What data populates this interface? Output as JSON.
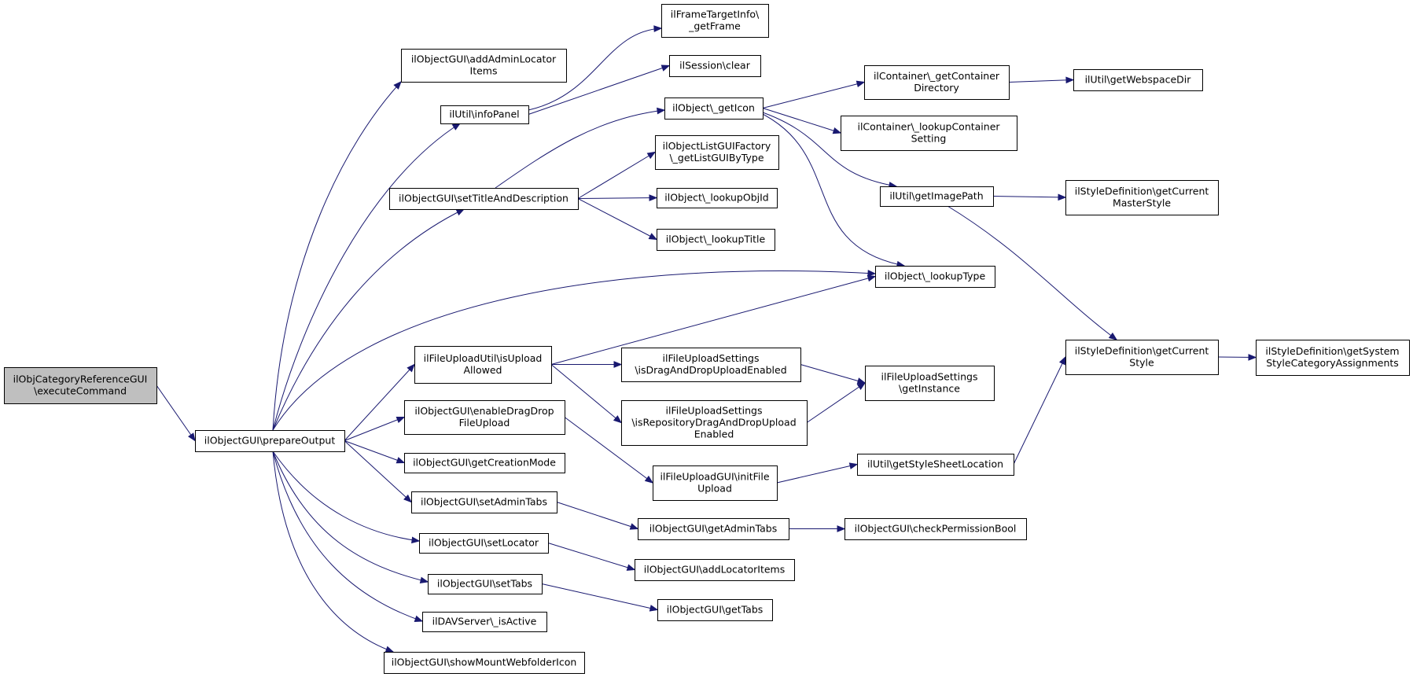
{
  "diagram": {
    "type": "call-graph",
    "nodes": [
      {
        "id": "n0",
        "lines": [
          "ilObjCategoryReferenceGUI",
          "\\executeCommand"
        ],
        "highlight": true
      },
      {
        "id": "n1",
        "lines": [
          "ilObjectGUI\\prepareOutput"
        ]
      },
      {
        "id": "n2",
        "lines": [
          "ilObjectGUI\\addAdminLocator",
          "Items"
        ]
      },
      {
        "id": "n3",
        "lines": [
          "ilUtil\\infoPanel"
        ]
      },
      {
        "id": "n4",
        "lines": [
          "ilObjectGUI\\setTitleAndDescription"
        ]
      },
      {
        "id": "n5",
        "lines": [
          "ilObject\\_lookupType"
        ]
      },
      {
        "id": "n6",
        "lines": [
          "ilFileUploadUtil\\isUpload",
          "Allowed"
        ]
      },
      {
        "id": "n7",
        "lines": [
          "ilObjectGUI\\enableDragDrop",
          "FileUpload"
        ]
      },
      {
        "id": "n8",
        "lines": [
          "ilObjectGUI\\getCreationMode"
        ]
      },
      {
        "id": "n9",
        "lines": [
          "ilObjectGUI\\setAdminTabs"
        ]
      },
      {
        "id": "n10",
        "lines": [
          "ilObjectGUI\\setLocator"
        ]
      },
      {
        "id": "n11",
        "lines": [
          "ilObjectGUI\\setTabs"
        ]
      },
      {
        "id": "n12",
        "lines": [
          "ilDAVServer\\_isActive"
        ]
      },
      {
        "id": "n13",
        "lines": [
          "ilObjectGUI\\showMountWebfolderIcon"
        ]
      },
      {
        "id": "n14",
        "lines": [
          "ilFrameTargetInfo\\",
          "_getFrame"
        ]
      },
      {
        "id": "n15",
        "lines": [
          "ilSession\\clear"
        ]
      },
      {
        "id": "n16",
        "lines": [
          "ilObject\\_getIcon"
        ]
      },
      {
        "id": "n17",
        "lines": [
          "ilObjectListGUIFactory",
          "\\_getListGUIByType"
        ]
      },
      {
        "id": "n18",
        "lines": [
          "ilObject\\_lookupObjId"
        ]
      },
      {
        "id": "n19",
        "lines": [
          "ilObject\\_lookupTitle"
        ]
      },
      {
        "id": "n20",
        "lines": [
          "ilFileUploadSettings",
          "\\isDragAndDropUploadEnabled"
        ]
      },
      {
        "id": "n21",
        "lines": [
          "ilFileUploadSettings",
          "\\isRepositoryDragAndDropUpload",
          "Enabled"
        ]
      },
      {
        "id": "n22",
        "lines": [
          "ilFileUploadGUI\\initFile",
          "Upload"
        ]
      },
      {
        "id": "n23",
        "lines": [
          "ilObjectGUI\\getAdminTabs"
        ]
      },
      {
        "id": "n24",
        "lines": [
          "ilObjectGUI\\addLocatorItems"
        ]
      },
      {
        "id": "n25",
        "lines": [
          "ilObjectGUI\\getTabs"
        ]
      },
      {
        "id": "n26",
        "lines": [
          "ilContainer\\_getContainer",
          "Directory"
        ]
      },
      {
        "id": "n27",
        "lines": [
          "ilContainer\\_lookupContainer",
          "Setting"
        ]
      },
      {
        "id": "n28",
        "lines": [
          "ilUtil\\getImagePath"
        ]
      },
      {
        "id": "n29",
        "lines": [
          "ilFileUploadSettings",
          "\\getInstance"
        ]
      },
      {
        "id": "n30",
        "lines": [
          "ilUtil\\getStyleSheetLocation"
        ]
      },
      {
        "id": "n31",
        "lines": [
          "ilObjectGUI\\checkPermissionBool"
        ]
      },
      {
        "id": "n32",
        "lines": [
          "ilUtil\\getWebspaceDir"
        ]
      },
      {
        "id": "n33",
        "lines": [
          "ilStyleDefinition\\getCurrent",
          "MasterStyle"
        ]
      },
      {
        "id": "n34",
        "lines": [
          "ilStyleDefinition\\getCurrent",
          "Style"
        ]
      },
      {
        "id": "n35",
        "lines": [
          "ilStyleDefinition\\getSystem",
          "StyleCategoryAssignments"
        ]
      }
    ],
    "edges": [
      {
        "from": "n0",
        "to": "n1"
      },
      {
        "from": "n1",
        "to": "n2"
      },
      {
        "from": "n1",
        "to": "n3"
      },
      {
        "from": "n1",
        "to": "n4"
      },
      {
        "from": "n1",
        "to": "n5"
      },
      {
        "from": "n1",
        "to": "n6"
      },
      {
        "from": "n1",
        "to": "n7"
      },
      {
        "from": "n1",
        "to": "n8"
      },
      {
        "from": "n1",
        "to": "n9"
      },
      {
        "from": "n1",
        "to": "n10"
      },
      {
        "from": "n1",
        "to": "n11"
      },
      {
        "from": "n1",
        "to": "n12"
      },
      {
        "from": "n1",
        "to": "n13"
      },
      {
        "from": "n3",
        "to": "n14"
      },
      {
        "from": "n3",
        "to": "n15"
      },
      {
        "from": "n4",
        "to": "n16"
      },
      {
        "from": "n4",
        "to": "n17"
      },
      {
        "from": "n4",
        "to": "n18"
      },
      {
        "from": "n4",
        "to": "n19"
      },
      {
        "from": "n6",
        "to": "n5"
      },
      {
        "from": "n6",
        "to": "n20"
      },
      {
        "from": "n6",
        "to": "n21"
      },
      {
        "from": "n7",
        "to": "n22"
      },
      {
        "from": "n9",
        "to": "n23"
      },
      {
        "from": "n10",
        "to": "n24"
      },
      {
        "from": "n11",
        "to": "n25"
      },
      {
        "from": "n16",
        "to": "n26"
      },
      {
        "from": "n16",
        "to": "n27"
      },
      {
        "from": "n16",
        "to": "n28"
      },
      {
        "from": "n16",
        "to": "n5"
      },
      {
        "from": "n20",
        "to": "n29"
      },
      {
        "from": "n21",
        "to": "n29"
      },
      {
        "from": "n22",
        "to": "n30"
      },
      {
        "from": "n23",
        "to": "n31"
      },
      {
        "from": "n26",
        "to": "n32"
      },
      {
        "from": "n28",
        "to": "n33"
      },
      {
        "from": "n28",
        "to": "n34"
      },
      {
        "from": "n30",
        "to": "n34"
      },
      {
        "from": "n34",
        "to": "n35"
      }
    ]
  }
}
